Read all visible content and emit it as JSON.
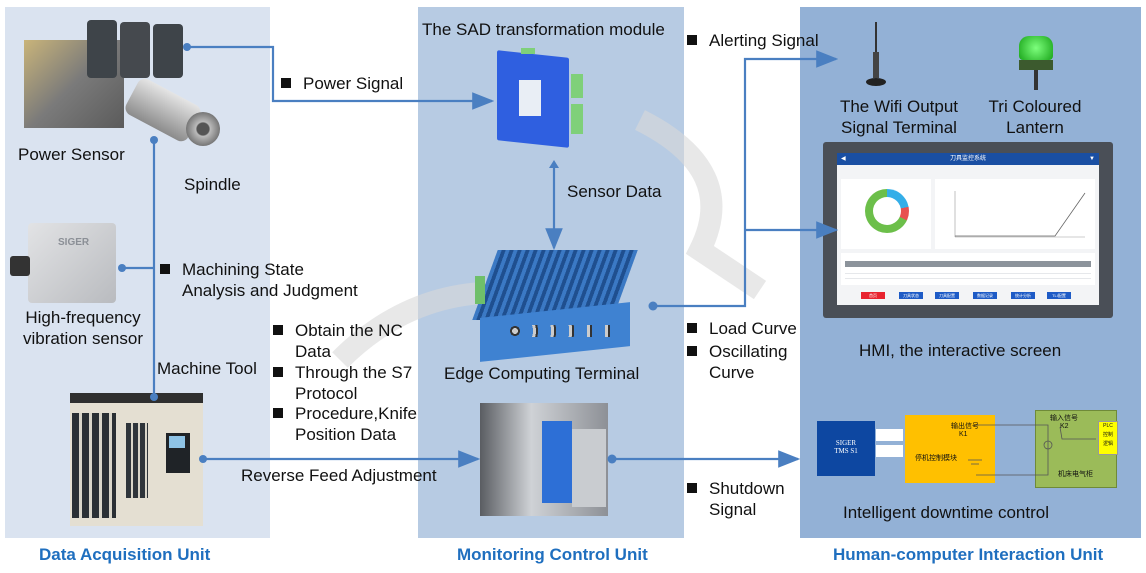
{
  "units": {
    "acquisition": "Data Acquisition Unit",
    "monitoring": "Monitoring Control Unit",
    "hci": "Human-computer Interaction Unit"
  },
  "acquisition": {
    "power_sensor": "Power Sensor",
    "spindle": "Spindle",
    "vibration_sensor": [
      "High-frequency",
      "vibration sensor"
    ],
    "vibration_brand": "SIGER",
    "machine_tool": "Machine Tool"
  },
  "signals": {
    "power_signal": "Power Signal",
    "machining_state": [
      "Machining State",
      "Analysis and Judgment"
    ],
    "nc_data": [
      [
        "Obtain the NC",
        "Data"
      ],
      [
        "Through the S7",
        "Protocol"
      ],
      [
        "Procedure,Knife",
        "Position Data"
      ]
    ],
    "reverse_feed": "Reverse Feed Adjustment",
    "sensor_data": "Sensor Data",
    "alerting": "Alerting Signal",
    "load_curves": [
      [
        "Load Curve"
      ],
      [
        "Oscillating",
        "Curve"
      ]
    ],
    "shutdown": [
      "Shutdown",
      "Signal"
    ]
  },
  "monitoring": {
    "sad_module": "The SAD transformation module",
    "edge_terminal": "Edge Computing Terminal"
  },
  "hci": {
    "wifi_terminal": [
      "The Wifi Output",
      "Signal Terminal"
    ],
    "lantern": [
      "Tri Coloured",
      "Lantern"
    ],
    "hmi_label": "HMI, the interactive screen",
    "hmi_title": "刀具监控系统",
    "hmi_buttons": [
      "首页",
      "刀具状态",
      "刀具配置",
      "数据记录",
      "统计分析",
      "TLI配置"
    ],
    "downtime_label": "Intelligent downtime control",
    "circuit": {
      "controller": [
        "SIGER",
        "TMS S1"
      ],
      "output_signal": "输出信号",
      "k1": "K1",
      "shutdown_module": "停机控制模块",
      "input_signal": "输入信号",
      "k2": "K2",
      "plc": [
        "PLC",
        "控制",
        "逻辑"
      ],
      "cabinet": "机床电气柜"
    }
  },
  "colors": {
    "wire": "#4a7fc1",
    "unit_title": "#1f6fbf",
    "panel_acq": "#dae3f0",
    "panel_mon": "#b7cbe3",
    "panel_hci": "#93b1d6"
  }
}
